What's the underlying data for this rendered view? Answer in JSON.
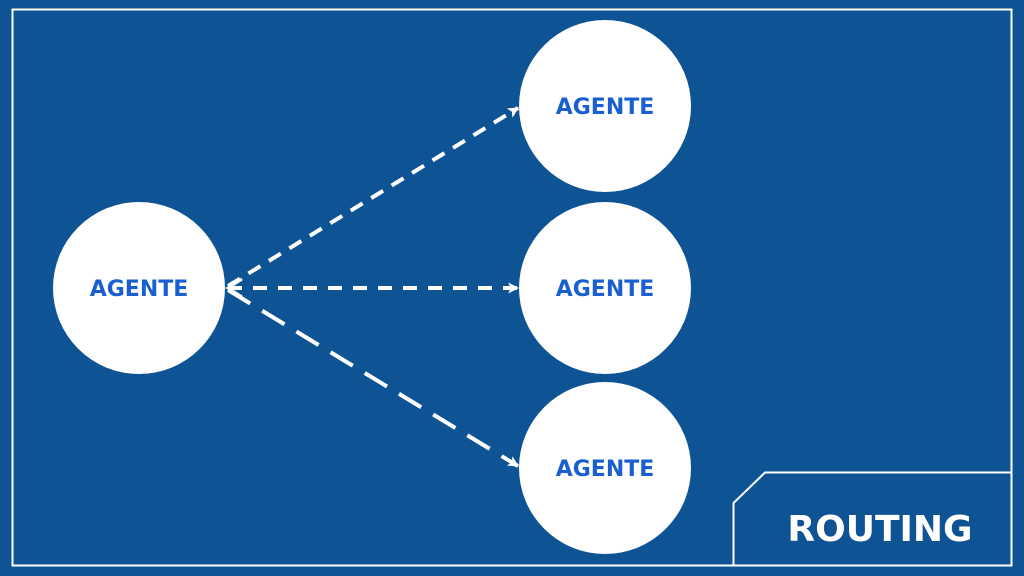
{
  "colors": {
    "background": "#0e5394",
    "frame": "#ffffff",
    "node_fill": "#ffffff",
    "node_text": "#1a5fd0",
    "edge": "#ffffff"
  },
  "title": "ROUTING",
  "nodes": [
    {
      "id": "source",
      "label": "AGENTE"
    },
    {
      "id": "target-top",
      "label": "AGENTE"
    },
    {
      "id": "target-middle",
      "label": "AGENTE"
    },
    {
      "id": "target-bottom",
      "label": "AGENTE"
    }
  ],
  "edges": [
    {
      "from": "source",
      "to": "target-top",
      "style": "dashed",
      "arrow": "to"
    },
    {
      "from": "source",
      "to": "target-middle",
      "style": "dashed",
      "arrow": "to"
    },
    {
      "from": "source",
      "to": "target-bottom",
      "style": "long-dashed",
      "arrow": "to"
    }
  ]
}
